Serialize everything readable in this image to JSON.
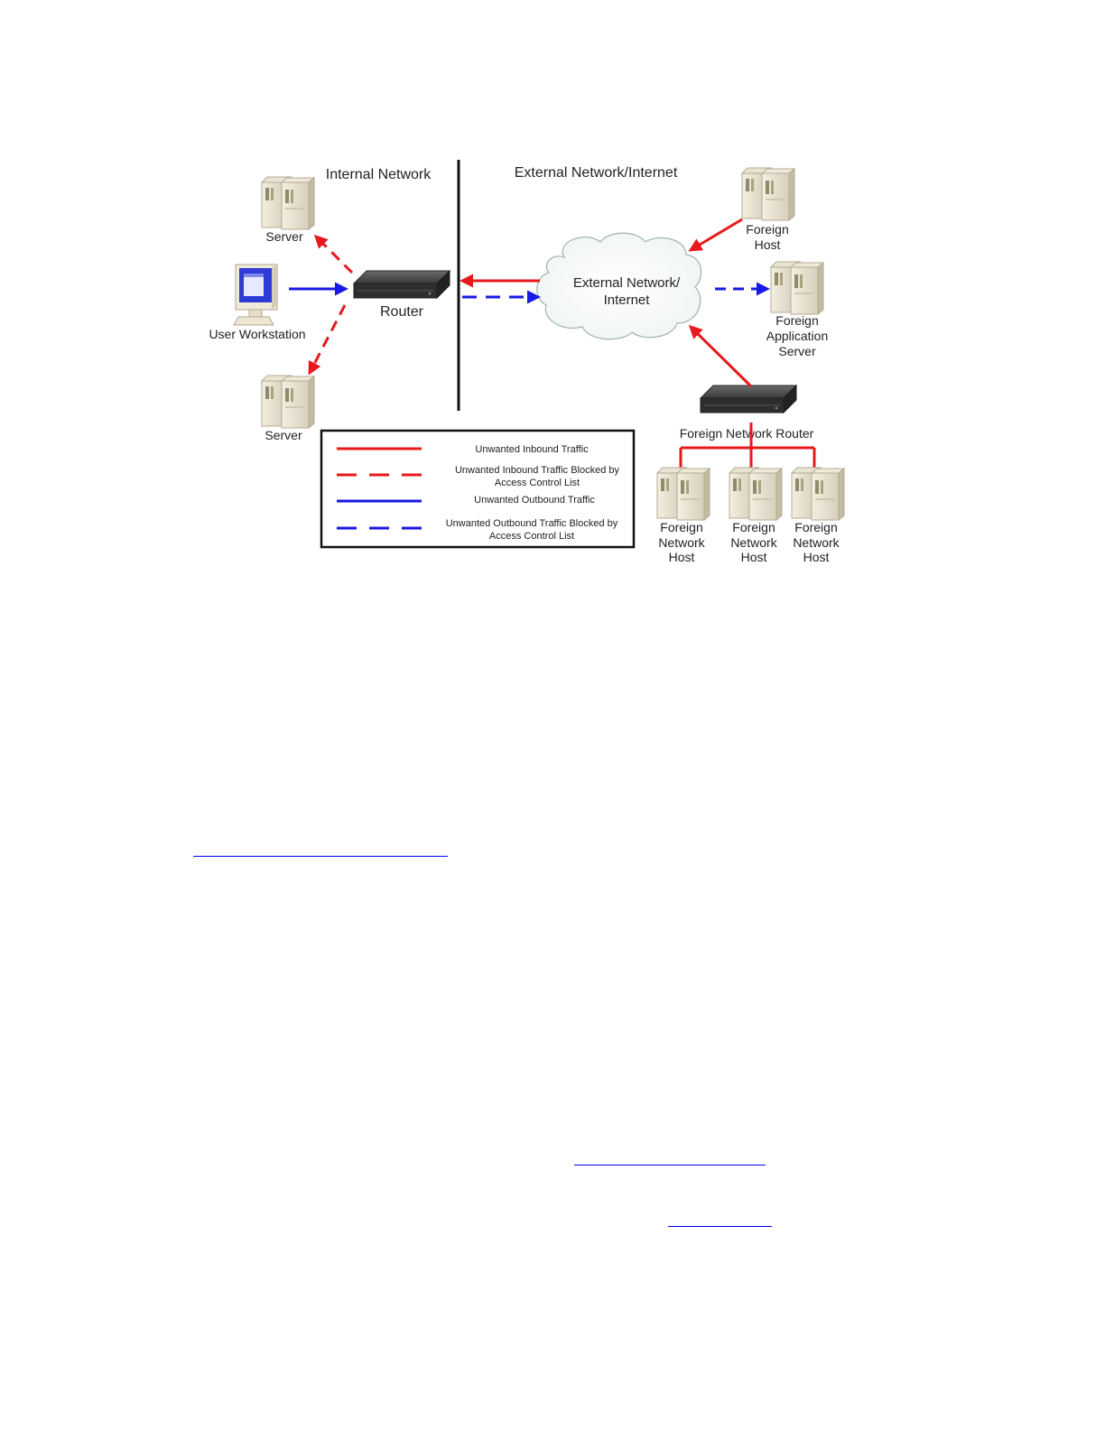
{
  "diagram": {
    "sections": {
      "internal": "Internal Network",
      "external": "External Network/Internet"
    },
    "nodes": {
      "server_top": "Server",
      "workstation": "User Workstation",
      "server_bottom": "Server",
      "router": "Router",
      "cloud": [
        "External Network/",
        "Internet"
      ],
      "foreign_host": [
        "Foreign",
        "Host"
      ],
      "foreign_app_server": [
        "Foreign",
        "Application",
        "Server"
      ],
      "foreign_router": "Foreign Network Router",
      "foreign_network_host": [
        "Foreign",
        "Network",
        "Host"
      ]
    },
    "legend": {
      "items": [
        {
          "label": [
            "Unwanted Inbound Traffic"
          ],
          "color": "#e8191c",
          "style": "solid"
        },
        {
          "label": [
            "Unwanted Inbound Traffic Blocked by",
            "Access Control List"
          ],
          "color": "#e8191c",
          "style": "dashed"
        },
        {
          "label": [
            "Unwanted Outbound Traffic"
          ],
          "color": "#1a1ae6",
          "style": "solid"
        },
        {
          "label": [
            "Unwanted Outbound Traffic Blocked by",
            "Access Control List"
          ],
          "color": "#1a1ae6",
          "style": "dashed"
        }
      ]
    }
  },
  "colors": {
    "inbound": "#e8191c",
    "outbound": "#1a1ae6",
    "link": "#0000ee"
  }
}
